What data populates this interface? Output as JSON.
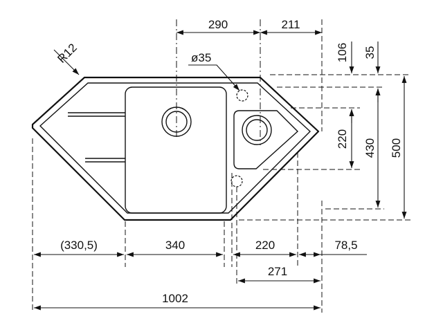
{
  "drawing": {
    "dimensions": {
      "top_left": "290",
      "top_right": "211",
      "radius": "R12",
      "hole_diameter": "ø35",
      "right_small_1": "106",
      "right_small_2": "35",
      "right_mid": "220",
      "right_large_1": "430",
      "right_large_2": "500",
      "bottom_1": "(330,5)",
      "bottom_2": "340",
      "bottom_3": "220",
      "bottom_4": "78,5",
      "bottom_5": "271",
      "overall_width": "1002"
    }
  }
}
